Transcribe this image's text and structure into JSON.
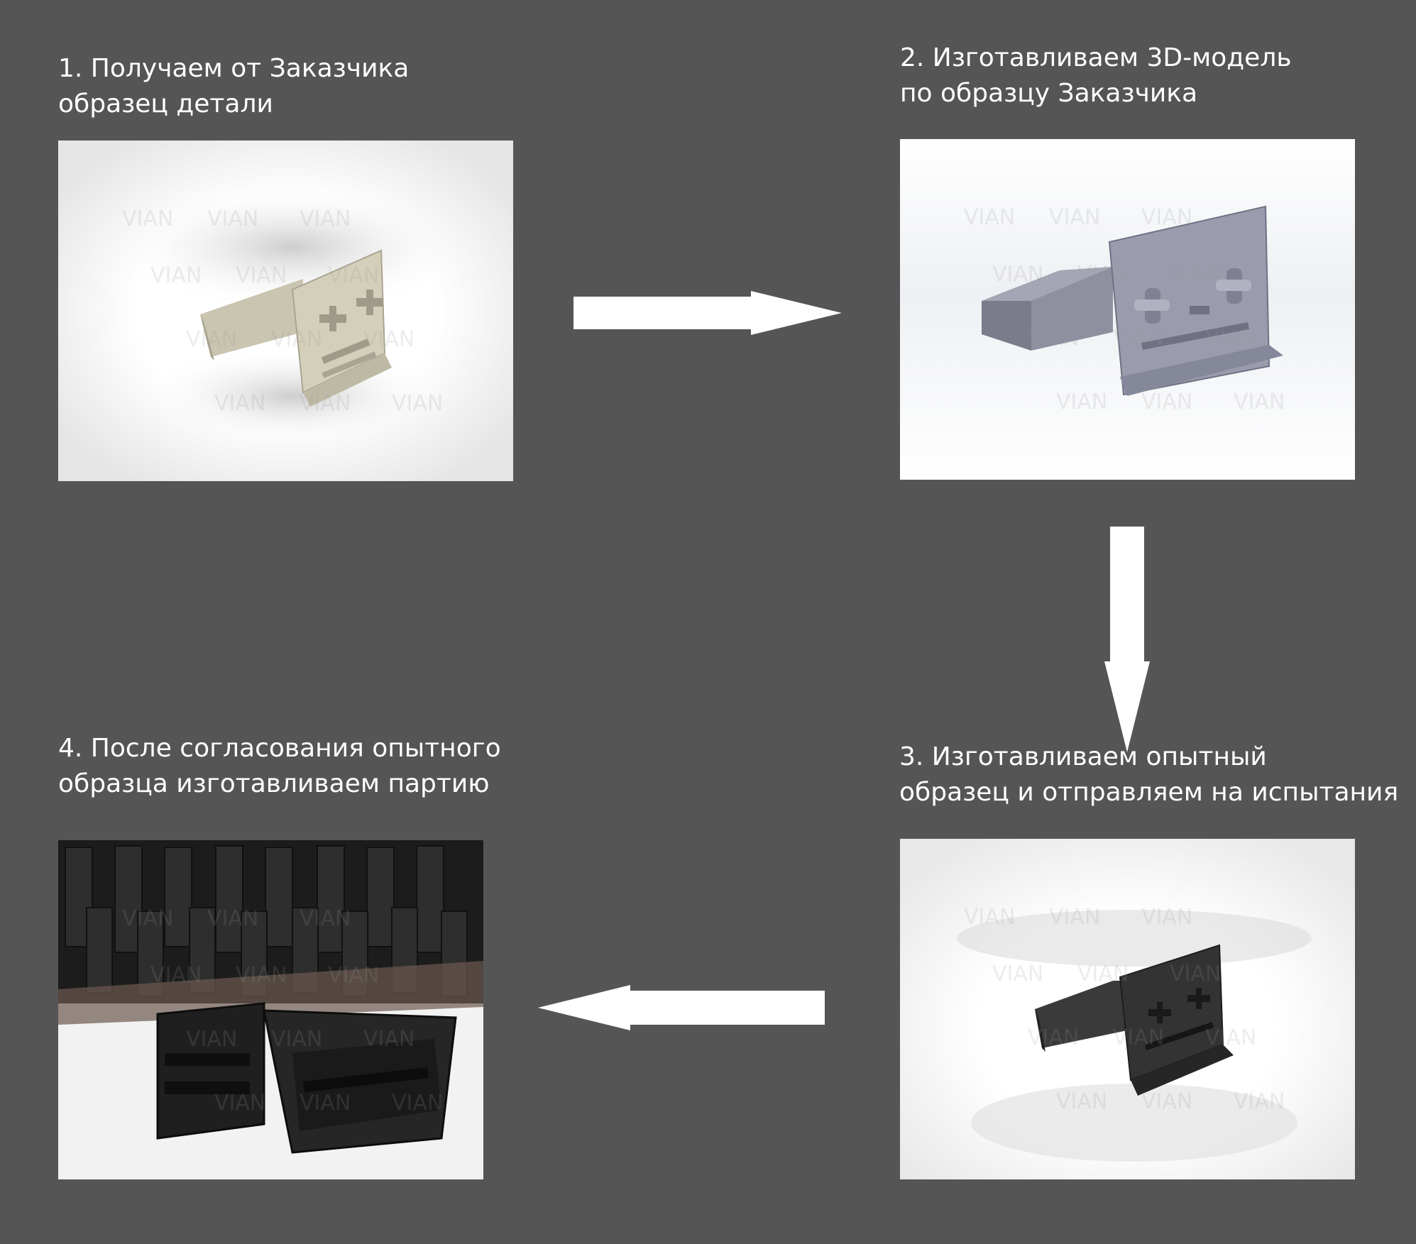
{
  "steps": [
    {
      "line1": "1. Получаем от Заказчика",
      "line2": "образец детали"
    },
    {
      "line1": "2. Изготавливаем 3D-модель",
      "line2": "по образцу Заказчика"
    },
    {
      "line1": "3.  Изготавливаем опытный",
      "line2": "образец и отправляем на испытания"
    },
    {
      "line1": "4. После согласования опытного",
      "line2": "образца изготавливаем партию"
    }
  ],
  "watermark": "VIAN",
  "colors": {
    "background": "#555555",
    "arrow": "#ffffff",
    "sample_part": "#cfcbb8",
    "model_part": "#8c8e9c",
    "printed_part": "#2a2a2a"
  },
  "images": [
    {
      "name": "customer-sample-photo"
    },
    {
      "name": "3d-model-render"
    },
    {
      "name": "prototype-photo"
    },
    {
      "name": "batch-photo"
    }
  ]
}
